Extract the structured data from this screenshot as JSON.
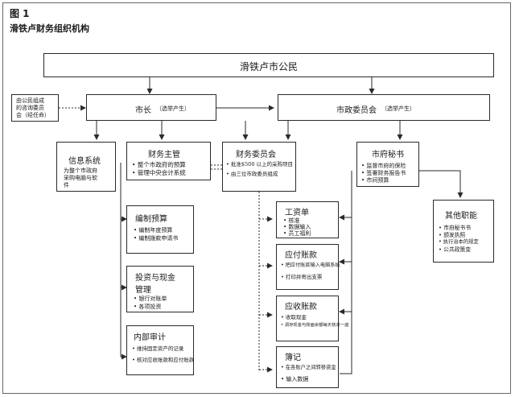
{
  "figure": {
    "label": "图 1",
    "title": "滑铁卢财务组织机构"
  },
  "nodes": {
    "citizens": {
      "title": "滑铁卢市公民"
    },
    "advisory": {
      "lines": [
        "由公民组成",
        "的咨询委员",
        "会（经任命）"
      ]
    },
    "mayor": {
      "title": "市长",
      "note": "（选举产生）"
    },
    "council": {
      "title": "市政委员会",
      "note": "（选举产生）"
    },
    "info_system": {
      "title": "信息系统",
      "lines": [
        "为整个市政府",
        "采购电脑与软",
        "件"
      ]
    },
    "finance_director": {
      "title": "财务主管",
      "items": [
        "整个市政府的预算",
        "管理中央会计系统"
      ]
    },
    "finance_committee": {
      "title": "财务委员会",
      "items": [
        "批准$500 以上的采购项目",
        "由三位市政委员组成"
      ]
    },
    "city_secretary": {
      "title": "市府秘书",
      "items": [
        "监督市府的保险",
        "签署财务报告书",
        "市间预算"
      ]
    },
    "budget": {
      "title": "编制预算",
      "items": [
        "编制年度预算",
        "编制拨款申请书"
      ]
    },
    "investment": {
      "title": "投资与现金",
      "title2": "管理",
      "items": [
        "银行对账单",
        "各项投资"
      ]
    },
    "audit": {
      "title": "内部审计",
      "items": [
        "维持固定资产的记录",
        "核对应收账款和应付账款"
      ]
    },
    "payroll": {
      "title": "工资单",
      "items": [
        "核准",
        "数据输入",
        "员工福利"
      ]
    },
    "payables": {
      "title": "应付账款",
      "items": [
        "把应付账款输入电脑系统",
        "打印并寄出支票"
      ]
    },
    "receivables": {
      "title": "应收账款",
      "items": [
        "收取现金",
        "调存现金与账面余额每天核对一遍"
      ]
    },
    "ledger": {
      "title": "簿记",
      "items": [
        "在各账户之间转移资金",
        "输入数据"
      ]
    },
    "other": {
      "title": "其他职能",
      "items": [
        "市府秘书书",
        "颁发执照",
        "执行治本的规定",
        "公共政策变"
      ]
    }
  }
}
